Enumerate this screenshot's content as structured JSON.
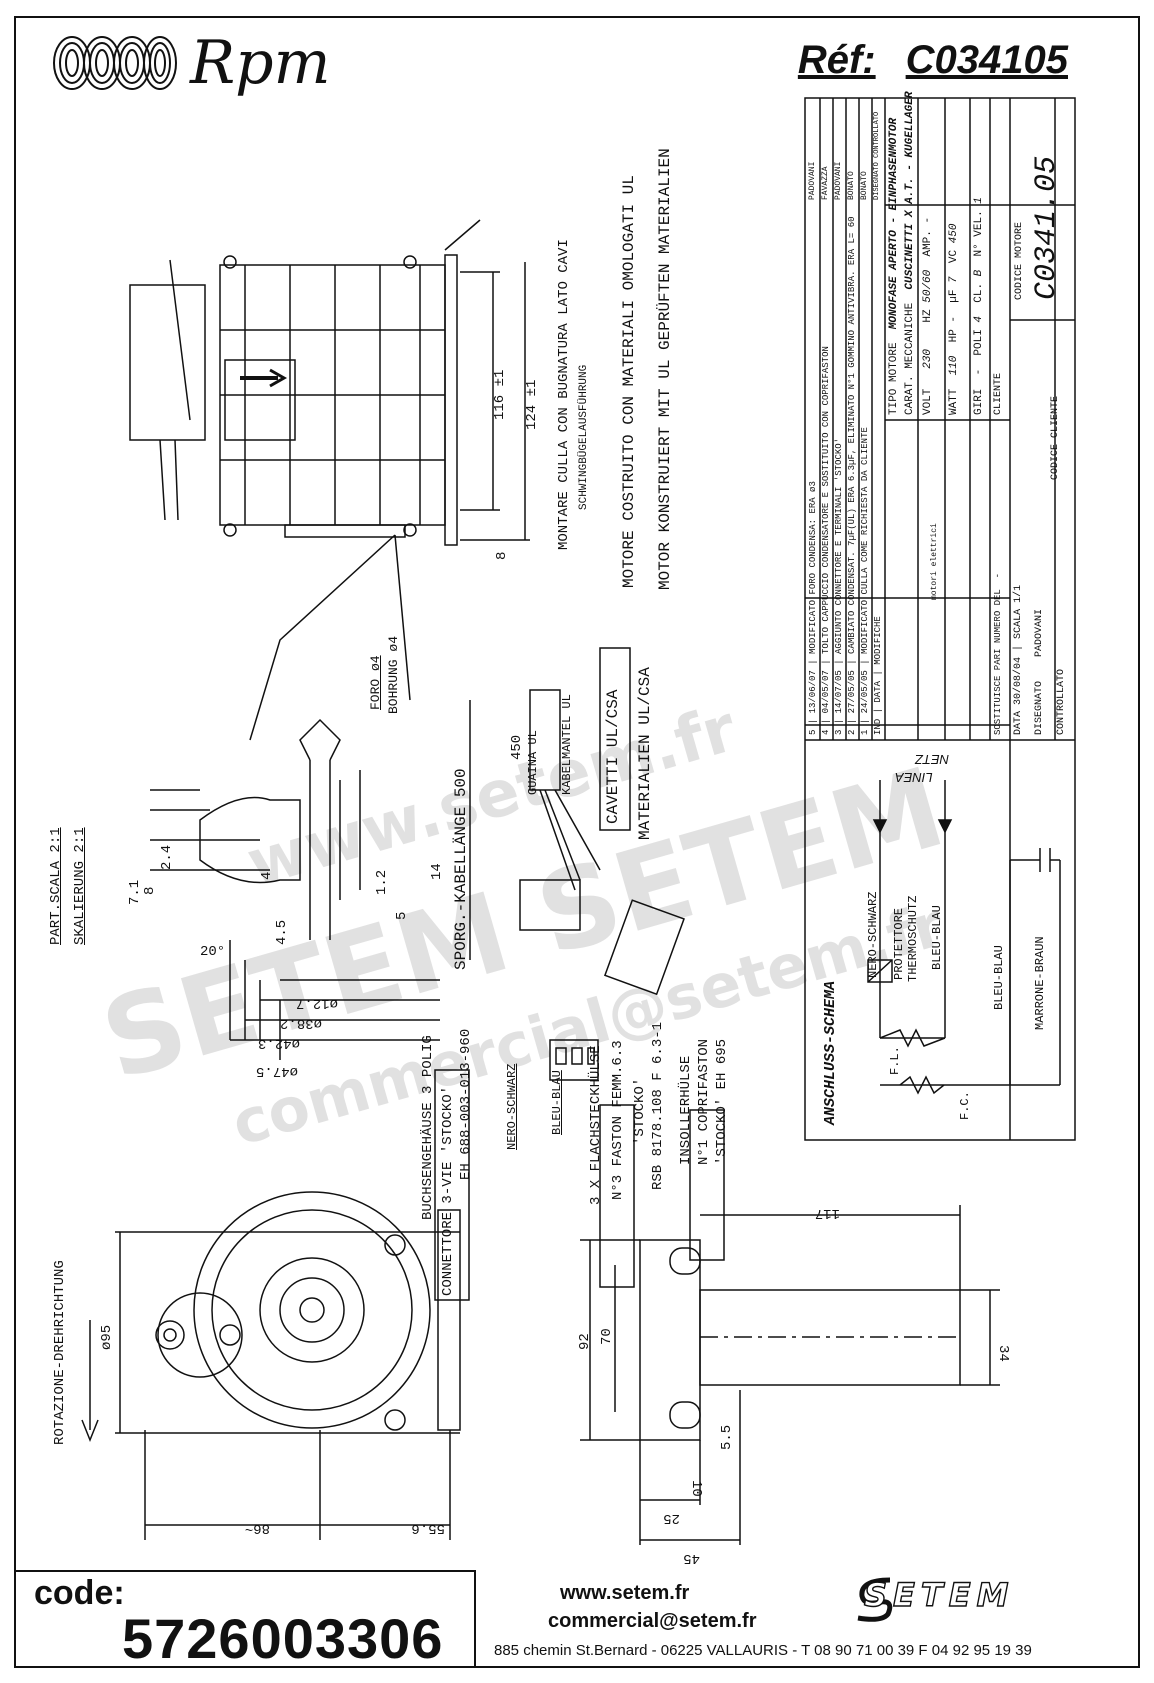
{
  "header": {
    "brand": "Rpm",
    "ref_label": "Réf:",
    "ref_value": "C034105"
  },
  "notes": {
    "mounting": "MONTARE CULLA CON BUGNATURA LATO CAVI",
    "mounting_de": "SCHWINGBÜGELAUSFÜHRUNG",
    "motor_it": "MOTORE COSTRUITO CON MATERIALI OMOLOGATI UL",
    "motor_de": "MOTOR KONSTRUIERT MIT UL GEPRÜFTEN MATERIALIEN",
    "foro": "FORO ø4",
    "bohrung": "BOHRUNG ø4",
    "cables_it": "CAVETTI UL/CSA",
    "cables_de": "MATERIALIEN UL/CSA",
    "guaina": "GUAINA UL",
    "kabelmantel": "KABELMANTEL UL",
    "sporg": "SPORG.-KABELLÄNGE 500",
    "part_scale": "PART.SCALA 2:1",
    "scaling": "SKALIERUNG 2:1",
    "buchse_1": "BUCHSENGEHÄUSE 3 POLIG",
    "buchse_2": "CONNETTORE 3-VIE 'STOCKO'",
    "buchse_3": "EH 688-003-013-960",
    "nero": "NERO-SCHWARZ",
    "bleu": "BLEU-BLAU",
    "flach_1": "3 X FLACHSTECKHÜLSE",
    "flach_2": "N°3 FASTON FEMM.6.3",
    "flach_3": "'STOCKO'",
    "flach_4": "RSB 8178.108 F 6.3-1",
    "insol_1": "INSOLLERHÜLSE",
    "insol_2": "N°1 COPRIFASTON",
    "insol_3": "'STOCKO' EH 695",
    "rotation": "ROTAZIONE-DREHRICHTUNG"
  },
  "dimensions": {
    "d116": "116 ±1",
    "d124": "124 ±1",
    "d8": "8",
    "d450": "450",
    "d14": "14",
    "d24": "2.4",
    "d71": "7.1",
    "d8b": "8",
    "d5": "5",
    "d12": "1.2",
    "d45": "4.5",
    "d4": "4",
    "d127": "ø12.7",
    "d382": "ø38.2",
    "d423": "ø42.3",
    "d475": "ø47.5",
    "d20": "20°",
    "d95": "ø95",
    "d86": "86~",
    "d556": "55.6",
    "d117": "117",
    "d92": "92",
    "d70": "70",
    "d34": "34",
    "d55": "5.5",
    "d10": "10",
    "d25": "25",
    "d45b": "45"
  },
  "revisions": [
    {
      "n": "5",
      "date": "13/06/07",
      "text": "MODIFICATO FORO CONDENSA: ERA ø3",
      "by": "PADOVANI"
    },
    {
      "n": "4",
      "date": "04/05/07",
      "text": "TOLTO CAPPUCCIO CONDENSATORE E SOSTITUITO CON COPRIFASTON",
      "by": "FAVAZZA"
    },
    {
      "n": "3",
      "date": "14/07/05",
      "text": "AGGIUNTO CONNETTORE E TERMINALI 'STOCKO'",
      "by": "PADOVANI"
    },
    {
      "n": "2",
      "date": "27/05/05",
      "text": "CAMBIATO CONDENSAT. 7µF(UL) ERA 6.3µF, ELIMINATO N°1 GOMMINO ANTIVIBRA. ERA L= 60",
      "by": "BONATO"
    },
    {
      "n": "1",
      "date": "24/05/05",
      "text": "MODIFICATO CULLA COME RICHIESTA DA CLIENTE",
      "by": "BONATO"
    }
  ],
  "rev_header": {
    "ind": "IND",
    "data": "DATA",
    "mod": "MODIFICHE",
    "by": "DISEGNATO CONTROLLATO"
  },
  "spec": {
    "tipo_label": "TIPO MOTORE",
    "tipo_value": "MONOFASE APERTO - EINPHASENMOTOR",
    "carat_label": "CARAT. MECCANICHE",
    "carat_value": "CUSCINETTI X A.T. - KUGELLAGER",
    "volt_label": "VOLT",
    "volt": "230",
    "hz_label": "HZ",
    "hz": "50/60",
    "amp_label": "AMP.",
    "amp": "-",
    "watt_label": "WATT",
    "watt": "110",
    "hp_label": "HP",
    "hp": "-",
    "uf_label": "µF",
    "uf": "7",
    "vc_label": "VC",
    "vc": "450",
    "giri_label": "GIRI",
    "giri": "-",
    "poli_label": "POLI",
    "poli": "4",
    "cl_label": "CL.",
    "cl": "B",
    "nvel_label": "N° VEL.",
    "nvel": "1",
    "cliente_label": "CLIENTE",
    "codice_motore_label": "CODICE MOTORE",
    "codice_motore": "C0341.05",
    "codice_cliente_label": "CODICE CLIENTE",
    "sostituisce_label": "SOSTITUISCE PARI NUMERO DEL",
    "sostituisce": "-",
    "data_label": "DATA",
    "data": "30/08/04",
    "scala_label": "SCALA",
    "scala": "1/1",
    "disegnato_label": "DISEGNATO",
    "disegnato": "PADOVANI",
    "controllato_label": "CONTROLLATO",
    "rpm_caption": "motori elettrici"
  },
  "wiring": {
    "title": "ANSCHLUSS-SCHEMA",
    "linea": "LINEA",
    "netz": "NETZ",
    "nero": "NERO-SCHWARZ",
    "protettore": "PROTETTORE",
    "thermo": "THERMOSCHUTZ",
    "bleu1": "BLEU-BLAU",
    "bleu2": "BLEU-BLAU",
    "marrone": "MARRONE-BRAUN",
    "fl": "F.L.",
    "fc": "F.C."
  },
  "footer": {
    "code_label": "code:",
    "code": "5726003306",
    "web": "www.setem.fr",
    "mail": "commercial@setem.fr",
    "address": "885 chemin St.Bernard  -  06225 VALLAURIS  -  T 08 90 71 00 39   F 04 92 95 19 39",
    "setem": "SETEM"
  },
  "watermark": {
    "line1": "www.setem.fr",
    "line2": "SETEM SETEM",
    "line3": "commercial@setem.fr"
  }
}
